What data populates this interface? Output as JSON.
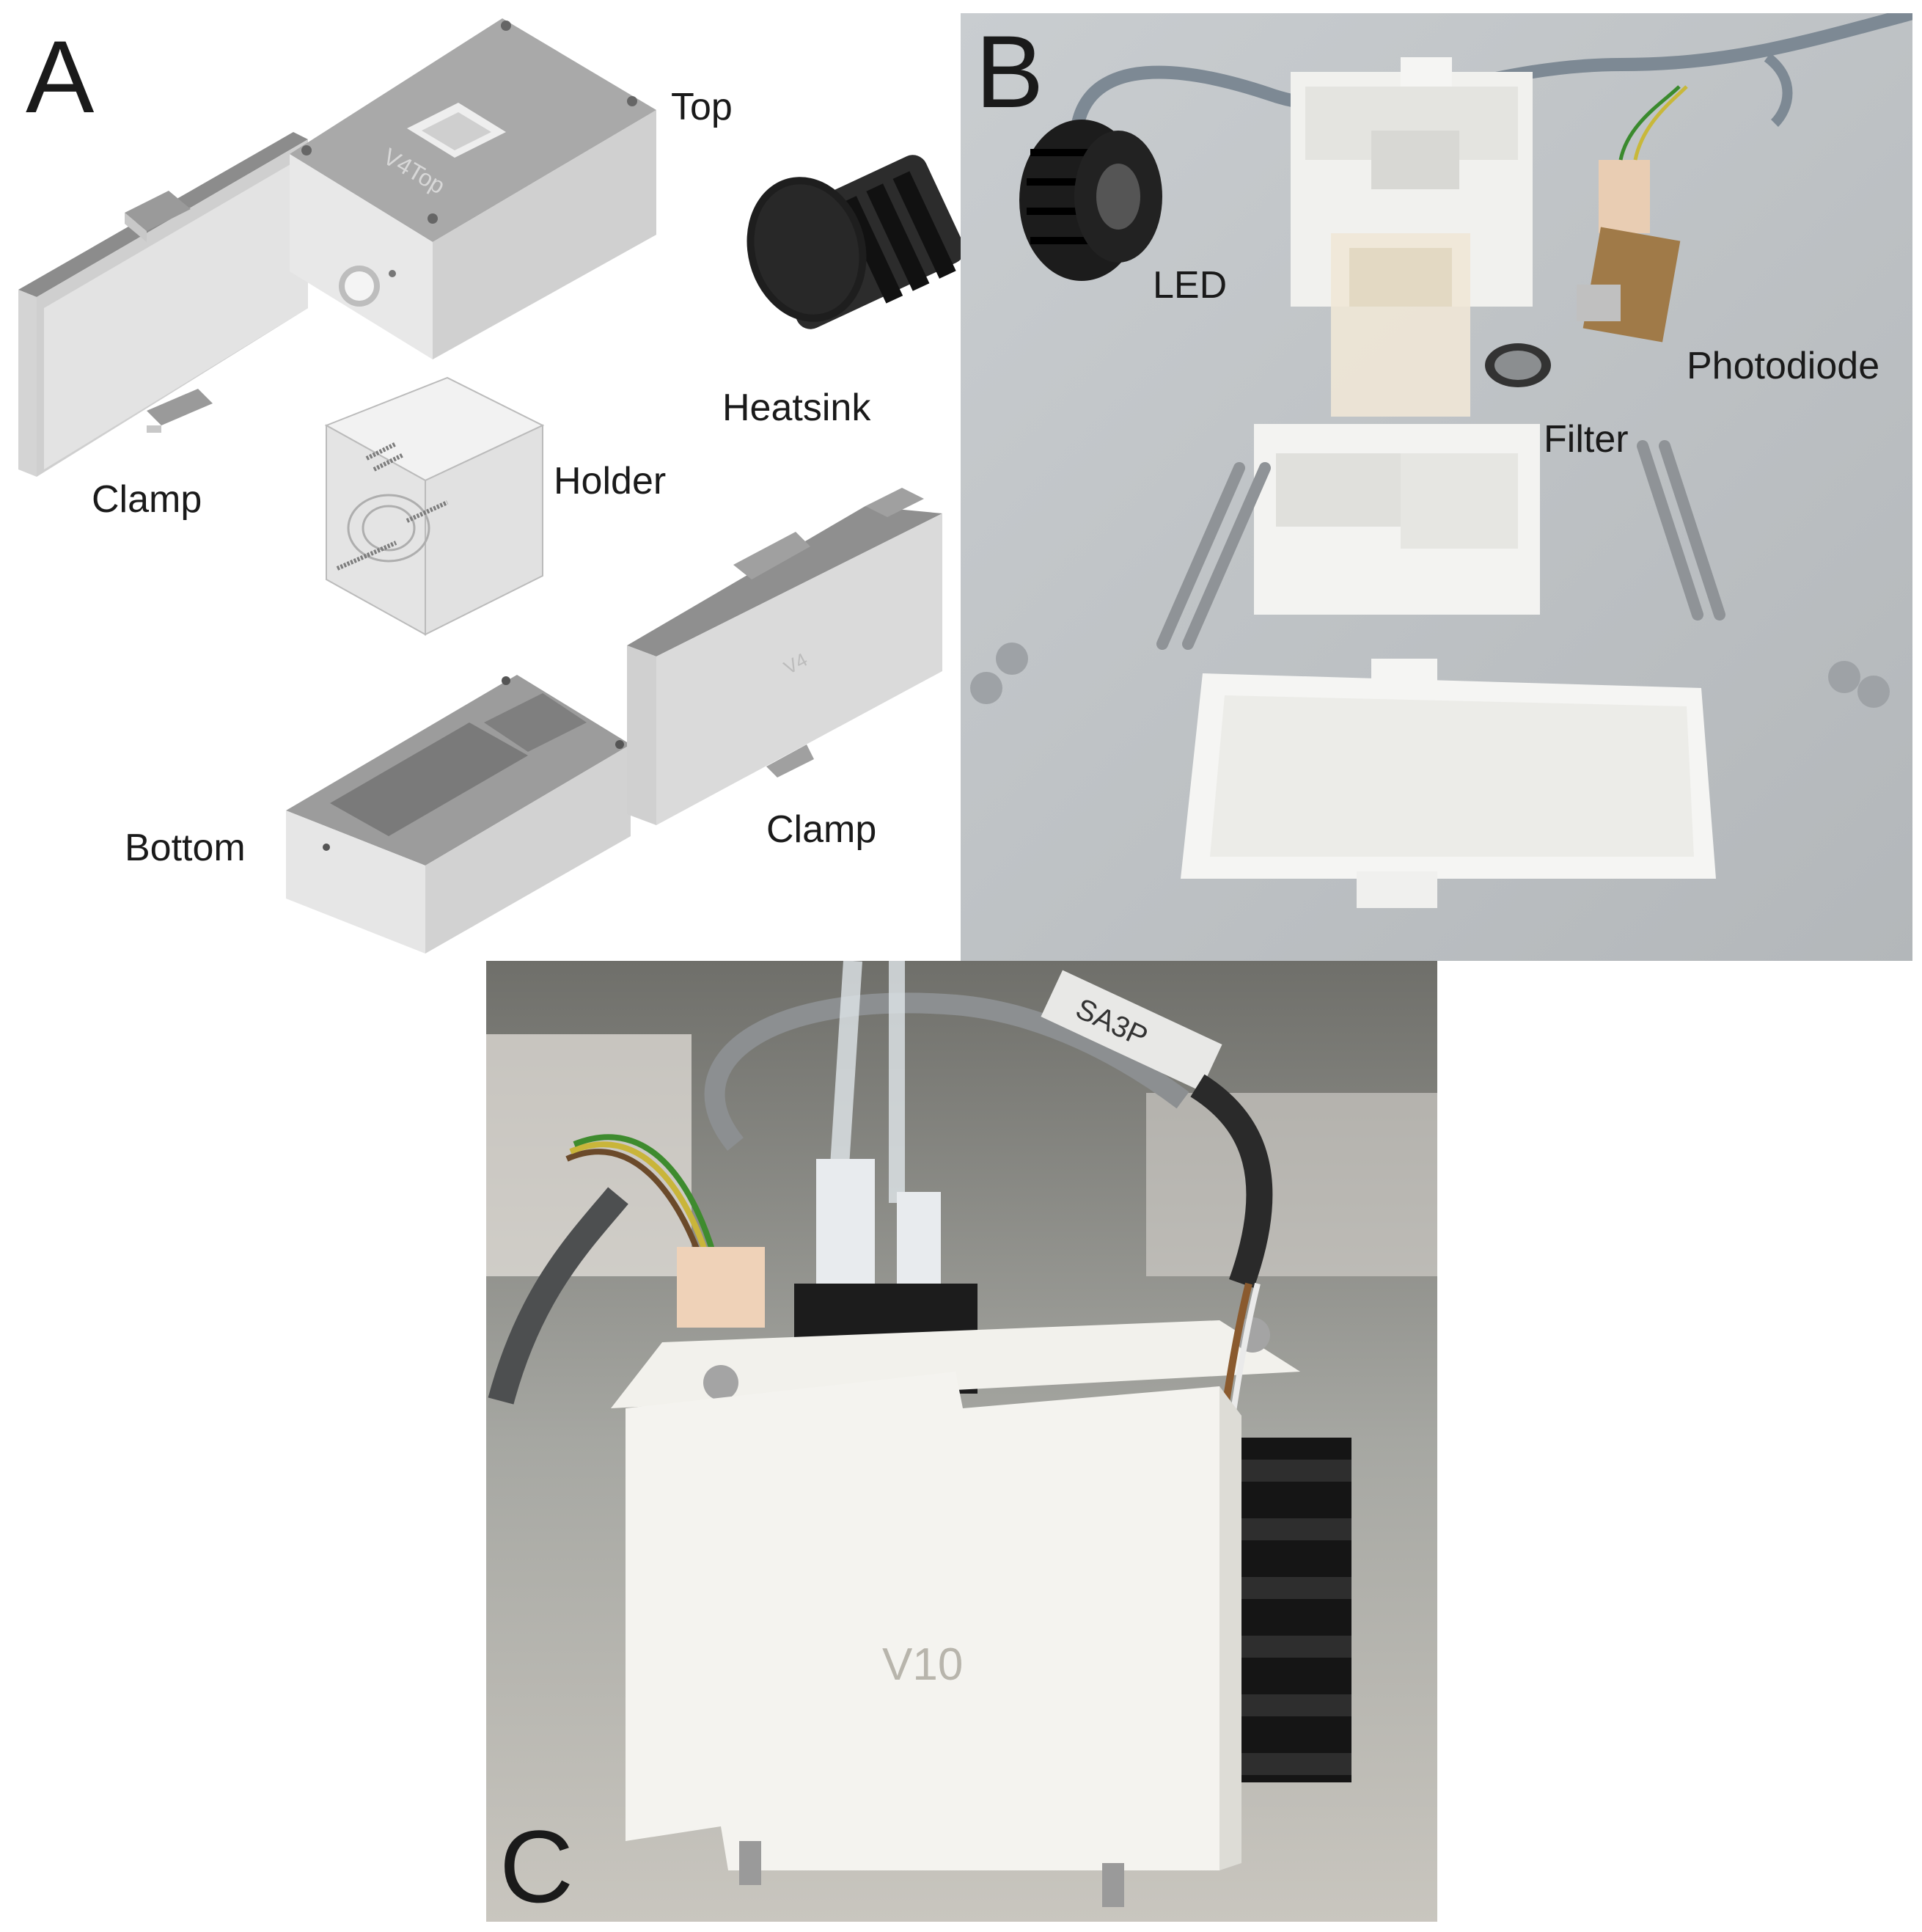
{
  "panel_a": {
    "letter": "A",
    "labels": {
      "top": "Top",
      "heatsink": "Heatsink",
      "clamp_left": "Clamp",
      "holder": "Holder",
      "bottom": "Bottom",
      "clamp_right": "Clamp"
    },
    "engravings": {
      "top_part": "V4Top",
      "clamp_part": "V4"
    }
  },
  "panel_b": {
    "letter": "B",
    "labels": {
      "led": "LED",
      "photodiode": "Photodiode",
      "filter": "Filter"
    }
  },
  "panel_c": {
    "letter": "C",
    "engraving": "V10",
    "cable_tag": "SA3P"
  }
}
